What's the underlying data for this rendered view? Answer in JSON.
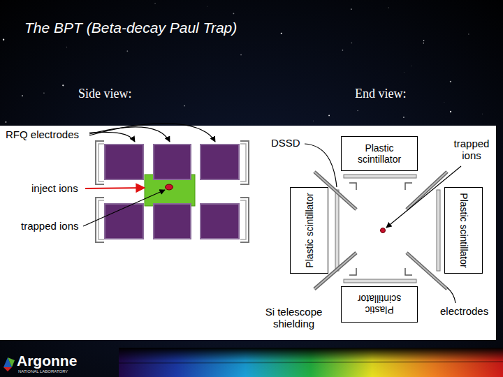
{
  "diagram": {
    "title": "The BPT (Beta-decay Paul Trap)",
    "nodes": [
      {
        "text": [
          "Plastic scintillator"
        ]
      },
      {
        "text": [
          "Plastic scintillator"
        ]
      },
      {
        "text": [
          "Plastic scintillator"
        ]
      },
      {
        "text": [
          "Plastic scintillator"
        ]
      }
    ],
    "labels": [
      "Side view:",
      "End view:",
      "RFQ electrodes",
      "inject ions",
      "trapped ions",
      "DSSD",
      "trapped ions",
      "Si telescope shielding",
      "electrodes",
      "Argonne",
      "NATIONAL LABORATORY"
    ]
  }
}
